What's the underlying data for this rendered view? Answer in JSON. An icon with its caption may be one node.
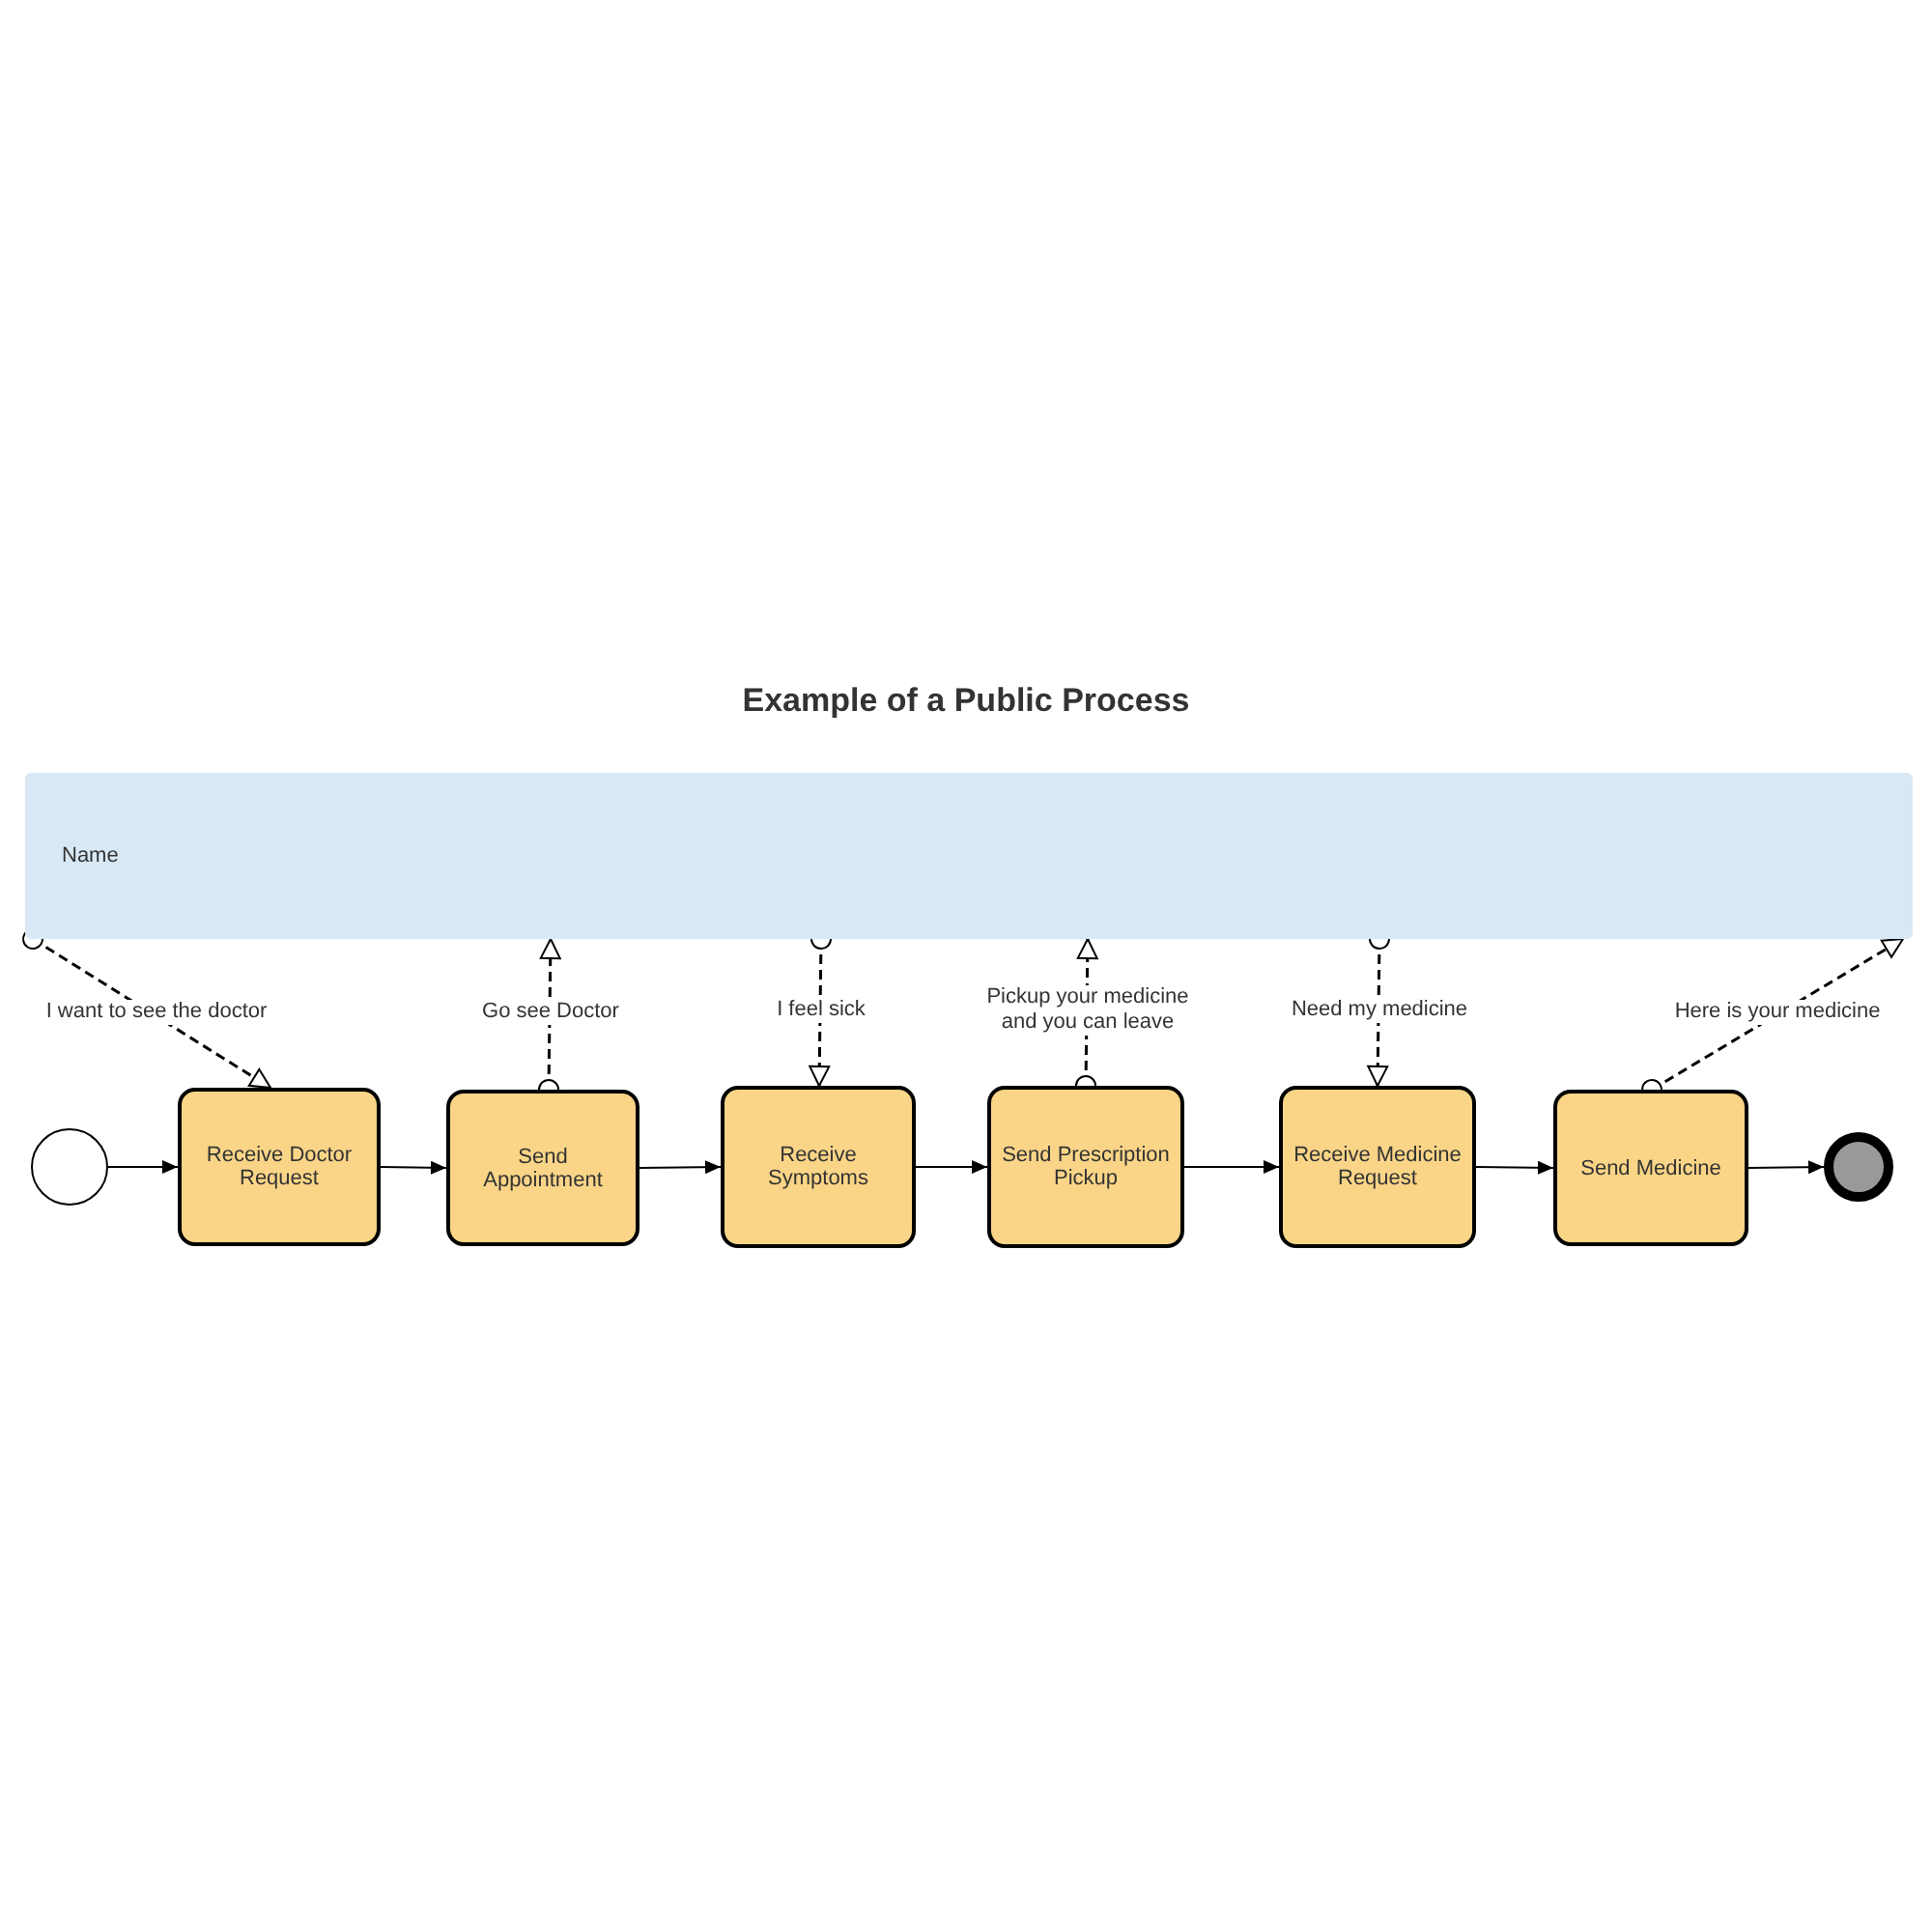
{
  "diagram": {
    "title": "Example of a Public Process",
    "nodes": [
      {
        "text": [
          "Name"
        ]
      },
      {
        "text": [],
        "shape": "circle"
      },
      {
        "text": [
          "Receive Doctor Request"
        ]
      },
      {
        "text": [
          "Send Appointment"
        ]
      },
      {
        "text": [
          "Receive Symptoms"
        ]
      },
      {
        "text": [
          "Send Prescription Pickup"
        ]
      },
      {
        "text": [
          "Receive Medicine Request"
        ]
      },
      {
        "text": [
          "Send Medicine"
        ]
      },
      {
        "text": [],
        "shape": "circle"
      }
    ],
    "edges": [
      {
        "from": 0,
        "to": 2,
        "arrow": "to",
        "label": "I want to see the doctor",
        "style": "dashed"
      },
      {
        "from": 3,
        "to": 0,
        "arrow": "to",
        "label": "Go see Doctor",
        "style": "dashed"
      },
      {
        "from": 0,
        "to": 4,
        "arrow": "to",
        "label": "I feel sick",
        "style": "dashed"
      },
      {
        "from": 5,
        "to": 0,
        "arrow": "to",
        "label": "Pickup your medicine and you can leave",
        "style": "dashed"
      },
      {
        "from": 0,
        "to": 6,
        "arrow": "to",
        "label": "Need my medicine",
        "style": "dashed"
      },
      {
        "from": 7,
        "to": 0,
        "arrow": "to",
        "label": "Here is your medicine",
        "style": "dashed"
      },
      {
        "from": 1,
        "to": 2,
        "arrow": "to"
      },
      {
        "from": 2,
        "to": 3,
        "arrow": "to"
      },
      {
        "from": 3,
        "to": 4,
        "arrow": "to"
      },
      {
        "from": 4,
        "to": 5,
        "arrow": "to"
      },
      {
        "from": 5,
        "to": 6,
        "arrow": "to"
      },
      {
        "from": 6,
        "to": 7,
        "arrow": "to"
      },
      {
        "from": 7,
        "to": 8,
        "arrow": "to"
      }
    ]
  }
}
